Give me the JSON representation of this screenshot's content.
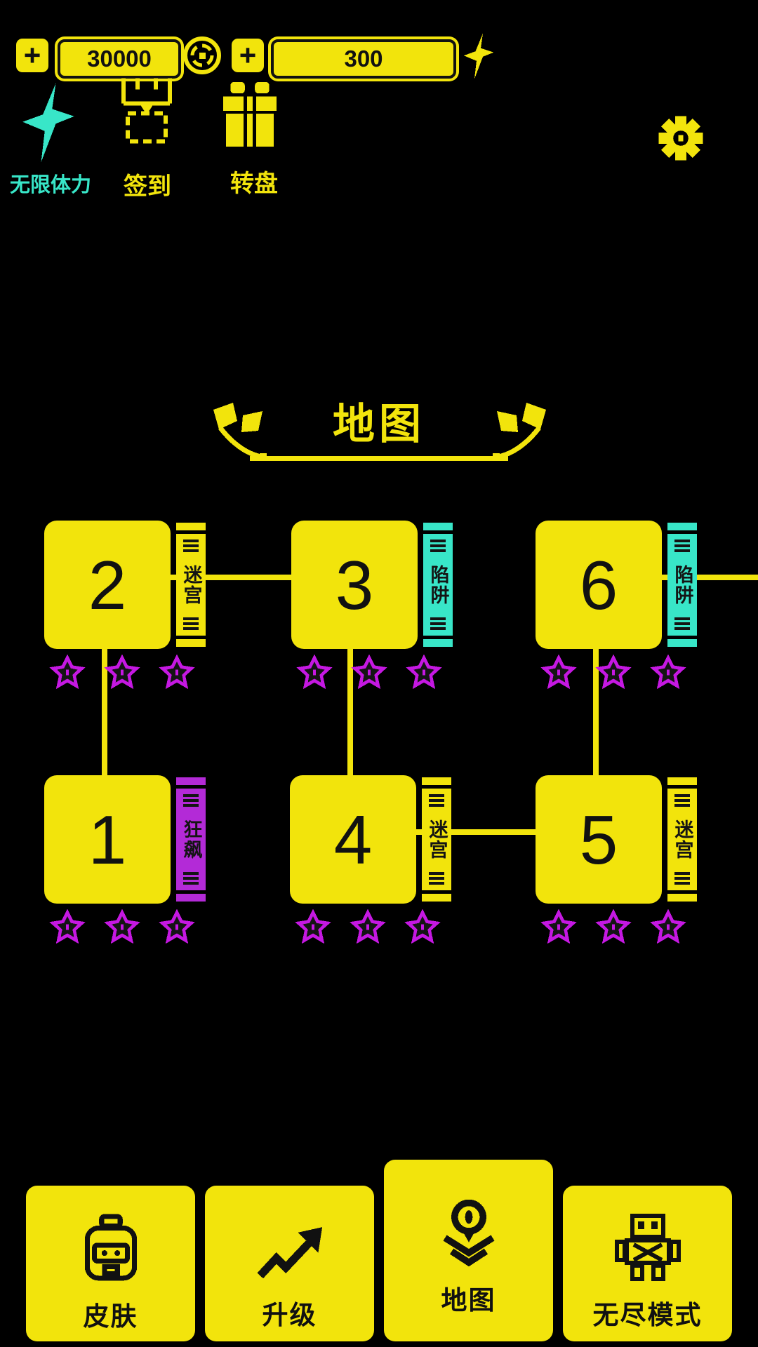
{
  "colors": {
    "background": "#000000",
    "yellow": "#f2e40c",
    "cyan": "#38e6c8",
    "magenta": "#c518e2",
    "purple": "#b32ad7",
    "text_dark": "#111111"
  },
  "top_bar": {
    "coin_counter": {
      "add_label": "+",
      "value": "30000",
      "icon": "coin-icon"
    },
    "energy_counter": {
      "add_label": "+",
      "value": "300",
      "icon": "energy-bolt-icon"
    }
  },
  "quick_actions": {
    "stamina": {
      "label": "无限体力",
      "icon": "stamina-bolt-icon"
    },
    "checkin": {
      "label": "签到",
      "icon": "treasure-chest-icon"
    },
    "wheel": {
      "label": "转盘",
      "icon": "gift-box-icon"
    }
  },
  "settings": {
    "icon": "gear-icon"
  },
  "map": {
    "title": "地图",
    "levels": [
      {
        "number": "2",
        "tag": "迷宫",
        "tag_color": "yellow",
        "stars": 3
      },
      {
        "number": "3",
        "tag": "陷阱",
        "tag_color": "cyan",
        "stars": 3
      },
      {
        "number": "6",
        "tag": "陷阱",
        "tag_color": "cyan",
        "stars": 3
      },
      {
        "number": "1",
        "tag": "狂飙",
        "tag_color": "purple",
        "stars": 3
      },
      {
        "number": "4",
        "tag": "迷宫",
        "tag_color": "yellow",
        "stars": 3
      },
      {
        "number": "5",
        "tag": "迷宫",
        "tag_color": "yellow",
        "stars": 3
      }
    ]
  },
  "bottom_nav": {
    "tabs": [
      {
        "label": "皮肤",
        "icon": "backpack-icon",
        "selected": false
      },
      {
        "label": "升级",
        "icon": "upgrade-arrow-icon",
        "selected": false
      },
      {
        "label": "地图",
        "icon": "map-pin-icon",
        "selected": true
      },
      {
        "label": "无尽模式",
        "icon": "robot-icon",
        "selected": false
      }
    ]
  }
}
